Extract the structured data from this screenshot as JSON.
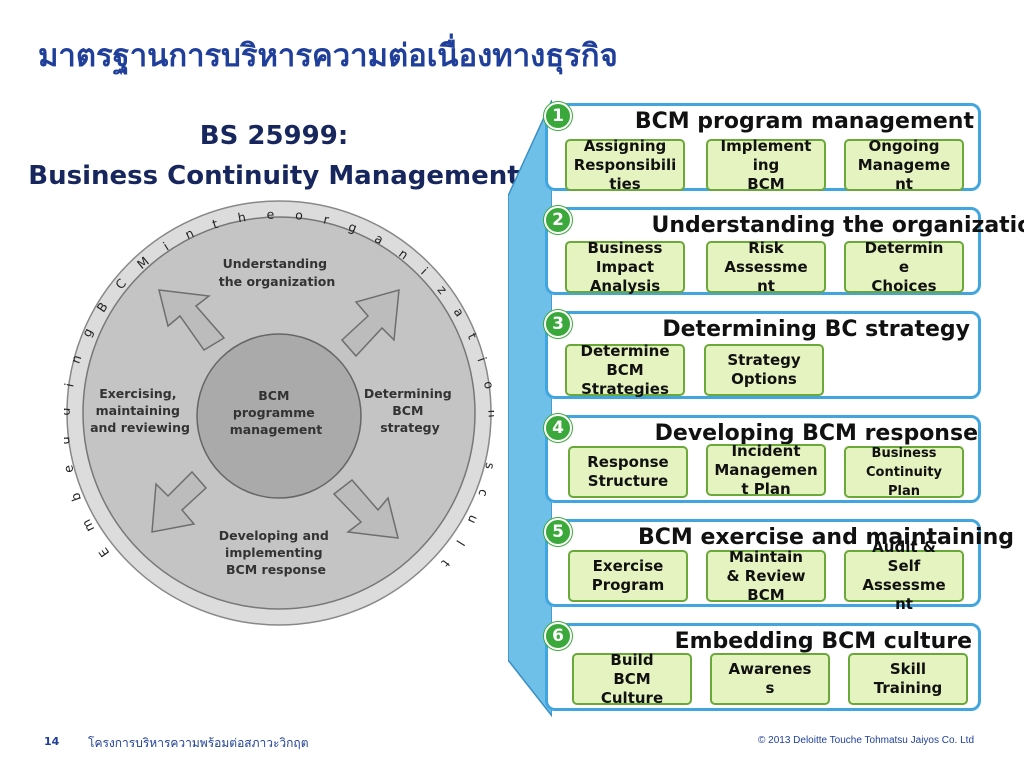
{
  "slide_title": "มาตรฐานการบริหารความต่อเนื่องทางธุรกิจ",
  "bs_title_line1": "BS 25999:",
  "bs_title_line2": "Business Continuity Management",
  "wheel": {
    "ring_text": "Embedding BCM in the organization's culture",
    "center": [
      "BCM",
      "programme",
      "management"
    ],
    "top": [
      "Understanding",
      "the organization"
    ],
    "right": [
      "Determining",
      "BCM",
      "strategy"
    ],
    "bottom": [
      "Developing and",
      "implementing",
      "BCM response"
    ],
    "left": [
      "Exercising,",
      "maintaining",
      "and reviewing"
    ]
  },
  "sections": [
    {
      "num": "1",
      "title": "BCM program management",
      "boxes": [
        [
          "Assigning",
          "Responsibili",
          "ties"
        ],
        [
          "Implement",
          "ing",
          "BCM"
        ],
        [
          "Ongoing",
          "Manageme",
          "nt"
        ]
      ]
    },
    {
      "num": "2",
      "title": "Understanding the organization",
      "boxes": [
        [
          "Business",
          "Impact",
          "Analysis"
        ],
        [
          "Risk",
          "Assessme",
          "nt"
        ],
        [
          "Determin",
          "e",
          "Choices"
        ]
      ]
    },
    {
      "num": "3",
      "title": "Determining BC strategy",
      "boxes": [
        [
          "Determine",
          "BCM",
          "Strategies"
        ],
        [
          "Strategy",
          "Options"
        ]
      ]
    },
    {
      "num": "4",
      "title": "Developing  BCM response",
      "boxes": [
        [
          "Response",
          "Structure"
        ],
        [
          "Incident",
          "Managemen",
          "t Plan"
        ],
        [
          "Business",
          "Continuity",
          "Plan"
        ]
      ]
    },
    {
      "num": "5",
      "title": "BCM exercise and maintaining",
      "boxes": [
        [
          "Exercise",
          "Program"
        ],
        [
          "Maintain",
          "& Review",
          "BCM"
        ],
        [
          "Audit &",
          "Self",
          "Assessme",
          "nt"
        ]
      ]
    },
    {
      "num": "6",
      "title": "Embedding BCM culture",
      "boxes": [
        [
          "Build",
          "BCM",
          "Culture"
        ],
        [
          "Awarenes",
          "s"
        ],
        [
          "Skill",
          "Training"
        ]
      ]
    }
  ],
  "footer": {
    "page_number": "14",
    "text": "โครงการบริหารความพร้อมต่อสภาวะวิกฤต",
    "copyright": "© 2013 Deloitte Touche Tohmatsu Jaiyos Co. Ltd"
  },
  "colors": {
    "title_blue": "#1f3f9a",
    "frame_blue": "#41a6e0",
    "connector_blue": "#6fc0e8",
    "box_fill": "#e5f3c0",
    "box_border": "#6aa83a",
    "badge_green": "#3aa83a"
  }
}
